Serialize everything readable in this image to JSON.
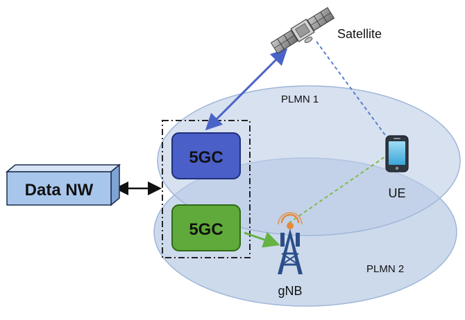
{
  "labels": {
    "satellite": "Satellite",
    "plmn1": "PLMN 1",
    "plmn2": "PLMN 2",
    "ue": "UE",
    "gnb": "gNB",
    "core_top": "5GC",
    "core_bottom": "5GC",
    "data_network": "Data NW"
  },
  "colors": {
    "core_top_fill": "#4a5fc8",
    "core_bottom_fill": "#5faa3a",
    "plmn_fill": "#bccde6",
    "plmn_stroke": "#9fb6d9",
    "data_nw_fill": "#a8c6ec",
    "satellite_link": "#4a63c8",
    "gnb_link": "#66b243",
    "satellite_ue_link": "#5a7fc8",
    "gnb_ue_link": "#7fba4a",
    "tower": "#2c4f8a",
    "signal": "#e48a3a"
  },
  "icons": {
    "satellite": "satellite-icon",
    "phone": "smartphone-icon",
    "tower": "cell-tower-icon"
  }
}
